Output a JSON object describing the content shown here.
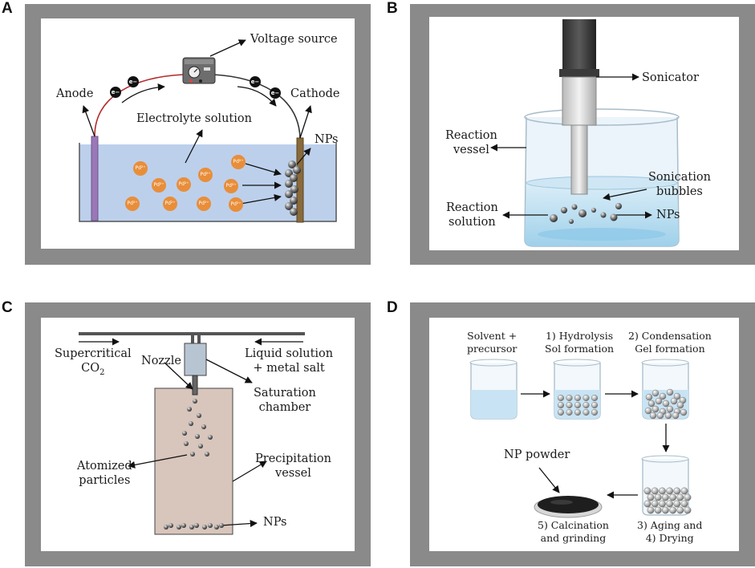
{
  "panels": {
    "a": {
      "letter": "A",
      "voltage_source": "Voltage source",
      "anode": "Anode",
      "cathode": "Cathode",
      "electrolyte": "Electrolyte solution",
      "nps": "NPs",
      "electron": "e−",
      "ion": "Pd²⁺"
    },
    "b": {
      "letter": "B",
      "sonicator": "Sonicator",
      "vessel_1": "Reaction",
      "vessel_2": "vessel",
      "bubbles_1": "Sonication",
      "bubbles_2": "bubbles",
      "solution_1": "Reaction",
      "solution_2": "solution",
      "nps": "NPs"
    },
    "c": {
      "letter": "C",
      "co2_1": "Supercritical",
      "co2_2": "CO",
      "co2_sub": "2",
      "nozzle": "Nozzle",
      "liquid_1": "Liquid solution",
      "liquid_2": "+ metal salt",
      "chamber_1": "Saturation",
      "chamber_2": "chamber",
      "atomized_1": "Atomized",
      "atomized_2": "particles",
      "precip_1": "Precipitation",
      "precip_2": "vessel",
      "nps": "NPs"
    },
    "d": {
      "letter": "D",
      "step0_1": "Solvent +",
      "step0_2": "precursor",
      "step1_1": "1) Hydrolysis",
      "step1_2": "Sol formation",
      "step2_1": "2) Condensation",
      "step2_2": "Gel formation",
      "step3_1": "3) Aging and",
      "step3_2": "4) Drying",
      "step5_1": "5) Calcination",
      "step5_2": "and grinding",
      "powder": "NP powder"
    }
  }
}
